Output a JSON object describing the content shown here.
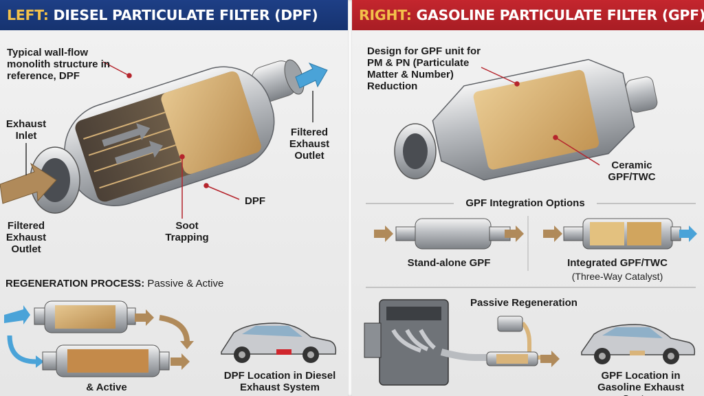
{
  "left": {
    "banner_prefix": "LEFT:",
    "banner_text": "DIESEL PARTICULATE FILTER (DPF)",
    "label_structure": "Typical wall-flow monolith structure in reference, DPF",
    "label_inlet": "Exhaust Inlet",
    "label_outlet_top": "Filtered Exhaust Outlet",
    "label_dpf": "DPF",
    "label_soot": "Soot Trapping",
    "label_outlet_bottom": "Filtered Exhaust Outlet",
    "regen_title": "REGENERATION PROCESS:",
    "regen_subtitle": "Passive & Active",
    "label_active": "& Active",
    "label_location": "DPF Location in Diesel Exhaust System"
  },
  "right": {
    "banner_prefix": "RIGHT:",
    "banner_text": "GASOLINE PARTICULATE FILTER (GPF)",
    "label_design": "Design for GPF unit for PM & PN (Particulate Matter & Number) Reduction",
    "label_ceramic": "Ceramic GPF/TWC",
    "integration_title": "GPF Integration Options",
    "label_standalone": "Stand-alone GPF",
    "label_integrated": "Integrated GPF/TWC",
    "label_integrated_sub": "(Three-Way Catalyst)",
    "label_passive": "Passive Regeneration",
    "label_location": "GPF Location in Gasoline Exhaust System"
  },
  "colors": {
    "left_banner": "#1e3f86",
    "right_banner": "#c4262e",
    "banner_accent": "#f3c14a",
    "flow_arrow_in": "#b08a5a",
    "flow_arrow_out": "#4aa3d8",
    "leader_line": "#b5242c",
    "filter_core": "#d9b47a"
  }
}
